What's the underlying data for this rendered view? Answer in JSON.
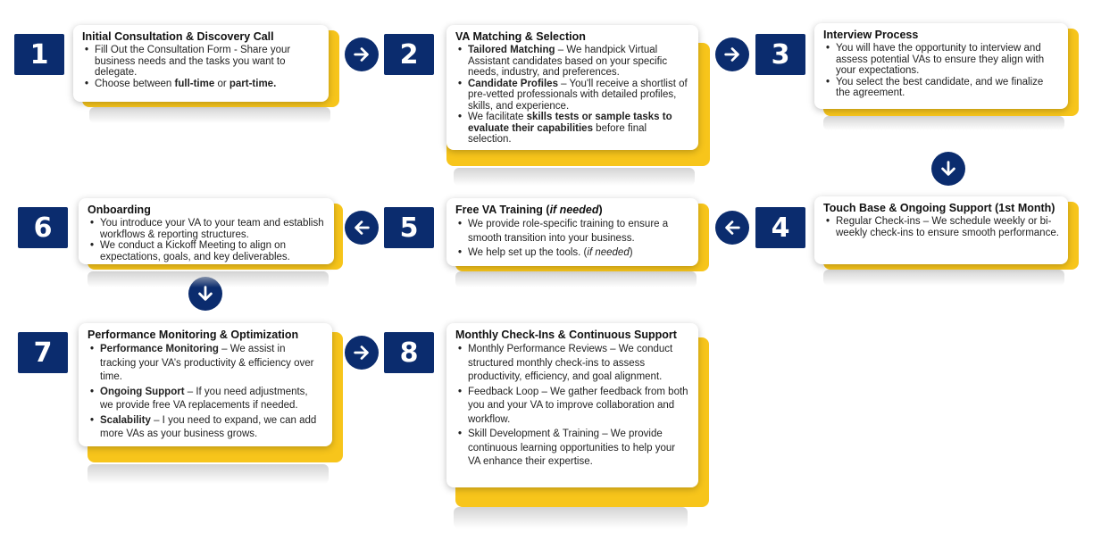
{
  "steps": [
    {
      "number": "1",
      "title": "Initial Consultation & Discovery Call",
      "bullets": [
        {
          "segments": [
            {
              "text": "Fill Out the Consultation Form - Share your business needs and the tasks you want to delegate."
            }
          ]
        },
        {
          "segments": [
            {
              "text": "Choose between "
            },
            {
              "text": "full-time",
              "bold": true
            },
            {
              "text": " or "
            },
            {
              "text": "part-time.",
              "bold": true
            }
          ]
        }
      ]
    },
    {
      "number": "2",
      "title": "VA Matching & Selection",
      "bullets": [
        {
          "segments": [
            {
              "text": "Tailored Matching",
              "bold": true
            },
            {
              "text": " – We handpick Virtual Assistant candidates based on your specific needs, industry, and preferences."
            }
          ]
        },
        {
          "segments": [
            {
              "text": "Candidate Profiles",
              "bold": true
            },
            {
              "text": " – You'll receive a shortlist of pre-vetted professionals with detailed profiles, skills, and experience."
            }
          ]
        },
        {
          "segments": [
            {
              "text": "We facilitate "
            },
            {
              "text": "skills tests or sample tasks to evaluate their capabilities",
              "bold": true
            },
            {
              "text": " before final selection."
            }
          ]
        }
      ]
    },
    {
      "number": "3",
      "title": "Interview Process",
      "bullets": [
        {
          "segments": [
            {
              "text": "You will have the opportunity to interview and assess potential VAs to ensure they align with your expectations."
            }
          ]
        },
        {
          "segments": [
            {
              "text": "You select the best candidate, and we finalize the agreement."
            }
          ]
        }
      ]
    },
    {
      "number": "4",
      "title": "Touch Base & Ongoing Support (1st Month)",
      "bullets": [
        {
          "segments": [
            {
              "text": "Regular Check-ins – We schedule weekly or bi-weekly check-ins to ensure smooth performance."
            }
          ]
        }
      ]
    },
    {
      "number": "5",
      "title_segments": [
        {
          "text": "Free VA Training ("
        },
        {
          "text": "if needed",
          "italic": true
        },
        {
          "text": ")"
        }
      ],
      "bullets": [
        {
          "segments": [
            {
              "text": "We provide role-specific training to ensure a smooth transition into your business."
            }
          ]
        },
        {
          "segments": [
            {
              "text": "We help set up the tools. ("
            },
            {
              "text": "if needed",
              "italic": true
            },
            {
              "text": ")"
            }
          ]
        }
      ]
    },
    {
      "number": "6",
      "title": "Onboarding",
      "bullets": [
        {
          "segments": [
            {
              "text": "You introduce your VA to your team and establish workflows & reporting structures."
            }
          ]
        },
        {
          "segments": [
            {
              "text": "We conduct a Kickoff Meeting to align on expectations, goals, and key deliverables."
            }
          ]
        }
      ]
    },
    {
      "number": "7",
      "title": "Performance Monitoring & Optimization",
      "bullets": [
        {
          "segments": [
            {
              "text": "Performance Monitoring",
              "bold": true
            },
            {
              "text": " – We assist in tracking your VA’s productivity & efficiency over time."
            }
          ]
        },
        {
          "segments": [
            {
              "text": "Ongoing Support",
              "bold": true
            },
            {
              "text": " – If you need adjustments, we provide free VA replacements if needed."
            }
          ]
        },
        {
          "segments": [
            {
              "text": "Scalability",
              "bold": true
            },
            {
              "text": " – I you need to expand, we can add more VAs as your business grows."
            }
          ]
        }
      ]
    },
    {
      "number": "8",
      "title": "Monthly Check-Ins & Continuous Support",
      "bullets": [
        {
          "segments": [
            {
              "text": "Monthly Performance Reviews – We conduct structured monthly check-ins to assess productivity, efficiency, and goal alignment."
            }
          ]
        },
        {
          "segments": [
            {
              "text": "Feedback Loop – We gather feedback from both you and your VA to improve collaboration and workflow."
            }
          ]
        },
        {
          "segments": [
            {
              "text": " Skill Development & Training – We provide continuous learning opportunities to help your VA enhance their expertise."
            }
          ]
        }
      ]
    }
  ],
  "connectors": [
    {
      "icon": "arrow-right-icon"
    },
    {
      "icon": "arrow-right-icon"
    },
    {
      "icon": "arrow-down-icon"
    },
    {
      "icon": "arrow-left-icon"
    },
    {
      "icon": "arrow-left-icon"
    },
    {
      "icon": "arrow-down-icon"
    },
    {
      "icon": "arrow-right-icon"
    }
  ],
  "colors": {
    "navy": "#0b2c6e",
    "yellow": "#f7c51b",
    "card": "#ffffff",
    "text": "#222222"
  }
}
